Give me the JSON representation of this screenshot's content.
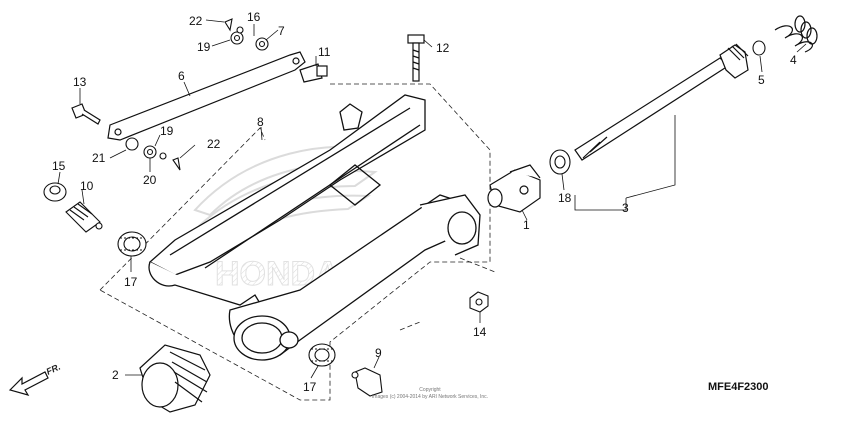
{
  "diagram": {
    "parts": [
      {
        "id": "p1",
        "label": "1"
      },
      {
        "id": "p2",
        "label": "2"
      },
      {
        "id": "p3",
        "label": "3"
      },
      {
        "id": "p4",
        "label": "4"
      },
      {
        "id": "p5",
        "label": "5"
      },
      {
        "id": "p6",
        "label": "6"
      },
      {
        "id": "p7",
        "label": "7"
      },
      {
        "id": "p8",
        "label": "8"
      },
      {
        "id": "p9",
        "label": "9"
      },
      {
        "id": "p10",
        "label": "10"
      },
      {
        "id": "p11",
        "label": "11"
      },
      {
        "id": "p12",
        "label": "12"
      },
      {
        "id": "p13",
        "label": "13"
      },
      {
        "id": "p14",
        "label": "14"
      },
      {
        "id": "p15",
        "label": "15"
      },
      {
        "id": "p16",
        "label": "16"
      },
      {
        "id": "p17a",
        "label": "17"
      },
      {
        "id": "p17b",
        "label": "17"
      },
      {
        "id": "p18",
        "label": "18"
      },
      {
        "id": "p19a",
        "label": "19"
      },
      {
        "id": "p19b",
        "label": "19"
      },
      {
        "id": "p20",
        "label": "20"
      },
      {
        "id": "p21",
        "label": "21"
      },
      {
        "id": "p22a",
        "label": "22"
      },
      {
        "id": "p22b",
        "label": "22"
      }
    ],
    "direction_label": "FR.",
    "diagram_code": "MFE4F2300",
    "copyright_line1": "Copyright",
    "copyright_line2": "Images (c) 2004-2014 by ARI Network Services, Inc.",
    "watermark_text": "HONDA"
  }
}
